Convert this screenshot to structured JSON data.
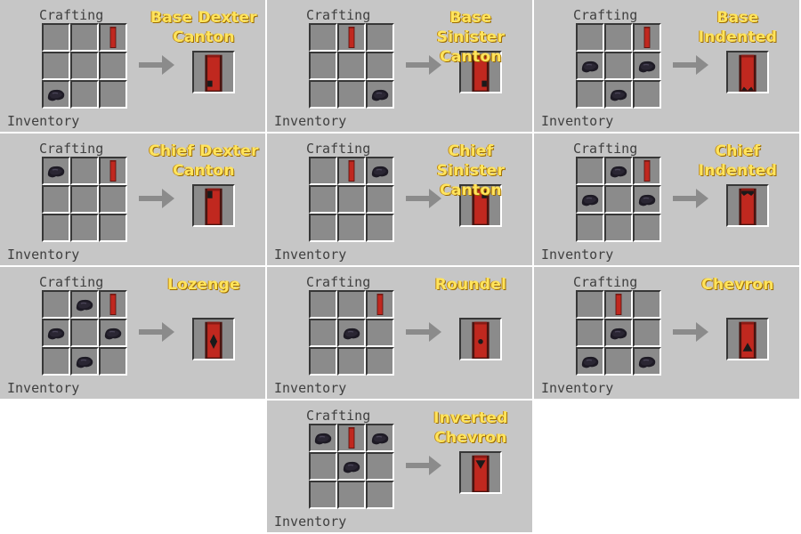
{
  "labels": {
    "crafting": "Crafting",
    "inventory": "Inventory"
  },
  "items": {
    "banner": "red-banner",
    "dye": "ink-sac"
  },
  "colors": {
    "banner_red": "#c0281f",
    "dye_black": "#2a2633",
    "title_yellow": "#ffe45c"
  },
  "recipes": [
    {
      "title": "Base Dexter\nCanton",
      "slots": [
        "",
        "",
        "banner",
        "",
        "",
        "",
        "dye",
        "",
        ""
      ]
    },
    {
      "title": "Base Sinister\nCanton",
      "slots": [
        "",
        "banner",
        "",
        "",
        "",
        "",
        "",
        "",
        "dye"
      ]
    },
    {
      "title": "Base\nIndented",
      "slots": [
        "",
        "",
        "banner",
        "dye",
        "",
        "dye",
        "",
        "dye",
        ""
      ]
    },
    {
      "title": "Chief Dexter\nCanton",
      "slots": [
        "dye",
        "",
        "banner",
        "",
        "",
        "",
        "",
        "",
        ""
      ]
    },
    {
      "title": "Chief Sinister\nCanton",
      "slots": [
        "",
        "banner",
        "dye",
        "",
        "",
        "",
        "",
        "",
        ""
      ]
    },
    {
      "title": "Chief\nIndented",
      "slots": [
        "",
        "dye",
        "banner",
        "dye",
        "",
        "dye",
        "",
        "",
        ""
      ]
    },
    {
      "title": "Lozenge",
      "slots": [
        "",
        "dye",
        "banner",
        "dye",
        "",
        "dye",
        "",
        "dye",
        ""
      ]
    },
    {
      "title": "Roundel",
      "slots": [
        "",
        "",
        "banner",
        "",
        "dye",
        "",
        "",
        "",
        ""
      ]
    },
    {
      "title": "Chevron",
      "slots": [
        "",
        "banner",
        "",
        "",
        "dye",
        "",
        "dye",
        "",
        "dye"
      ]
    },
    {
      "title": "Inverted\nChevron",
      "slots": [
        "dye",
        "banner",
        "dye",
        "",
        "dye",
        "",
        "",
        "",
        ""
      ]
    }
  ]
}
